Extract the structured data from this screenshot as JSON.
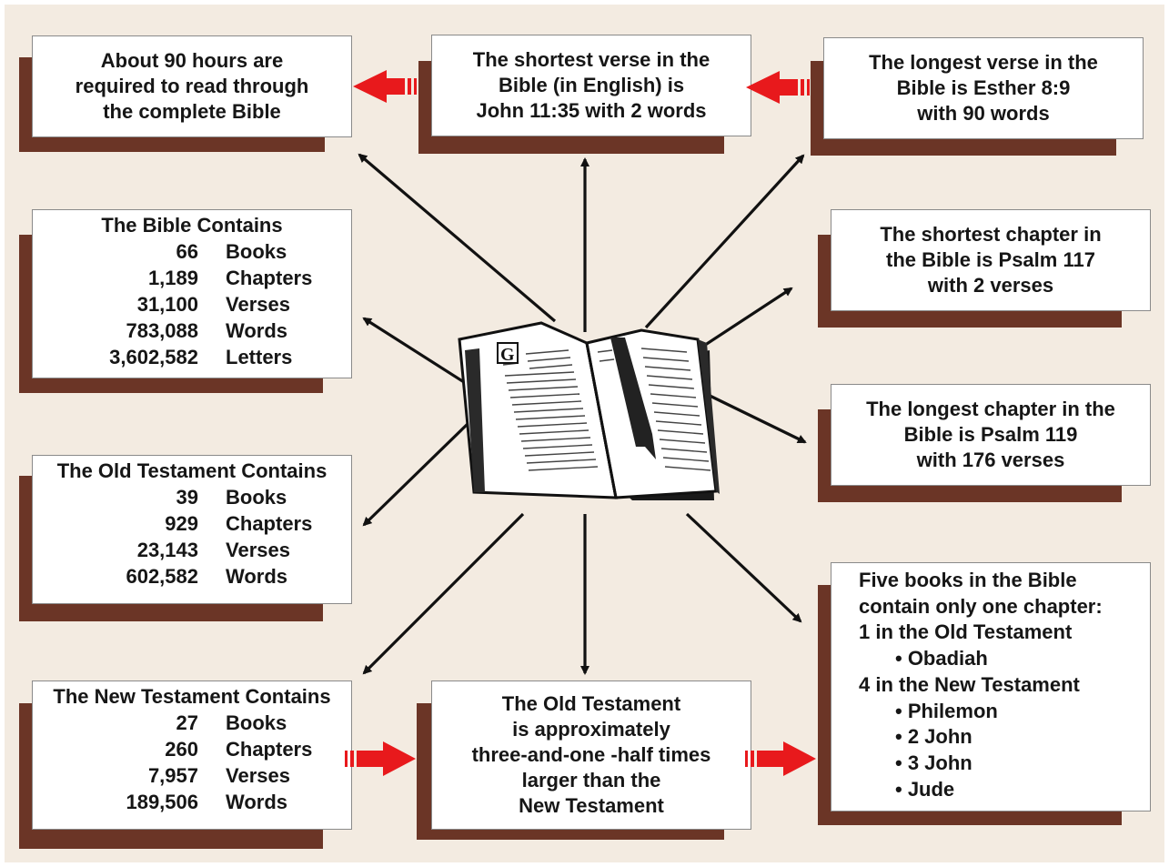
{
  "colors": {
    "background": "#f3ebe1",
    "shadow": "#6b3526",
    "red_arrow": "#e8191c",
    "black_arrow": "#111111"
  },
  "center_icon": "open-bible-icon",
  "boxes": {
    "hours": [
      "About 90 hours are",
      "required to read through",
      "the complete Bible"
    ],
    "shortest_verse": [
      "The shortest verse in the",
      "Bible (in English) is",
      "John 11:35 with 2 words"
    ],
    "longest_verse": [
      "The longest verse in the",
      "Bible is Esther 8:9",
      "with 90 words"
    ],
    "shortest_chapter": [
      "The shortest chapter in",
      "the Bible is Psalm 117",
      "with 2 verses"
    ],
    "longest_chapter": [
      "The longest chapter in the",
      "Bible is Psalm 119",
      "with 176 verses"
    ],
    "ot_larger": [
      "The Old Testament",
      "is approximately",
      "three-and-one -half times",
      "larger than the",
      "New Testament"
    ]
  },
  "bible_contains": {
    "title": "The Bible Contains",
    "rows": [
      {
        "num": "66",
        "label": "Books"
      },
      {
        "num": "1,189",
        "label": "Chapters"
      },
      {
        "num": "31,100",
        "label": "Verses"
      },
      {
        "num": "783,088",
        "label": "Words"
      },
      {
        "num": "3,602,582",
        "label": "Letters"
      }
    ]
  },
  "ot_contains": {
    "title": "The Old Testament Contains",
    "rows": [
      {
        "num": "39",
        "label": "Books"
      },
      {
        "num": "929",
        "label": "Chapters"
      },
      {
        "num": "23,143",
        "label": "Verses"
      },
      {
        "num": "602,582",
        "label": "Words"
      }
    ]
  },
  "nt_contains": {
    "title": "The New Testament Contains",
    "rows": [
      {
        "num": "27",
        "label": "Books"
      },
      {
        "num": "260",
        "label": "Chapters"
      },
      {
        "num": "7,957",
        "label": "Verses"
      },
      {
        "num": "189,506",
        "label": "Words"
      }
    ]
  },
  "one_chapter": {
    "line1": "Five books in the Bible",
    "line2": "contain only one chapter:",
    "ot_header": "1 in the Old Testament",
    "ot_items": [
      "• Obadiah"
    ],
    "nt_header": "4 in the New Testament",
    "nt_items": [
      "• Philemon",
      "• 2 John",
      "• 3 John",
      "• Jude"
    ]
  }
}
